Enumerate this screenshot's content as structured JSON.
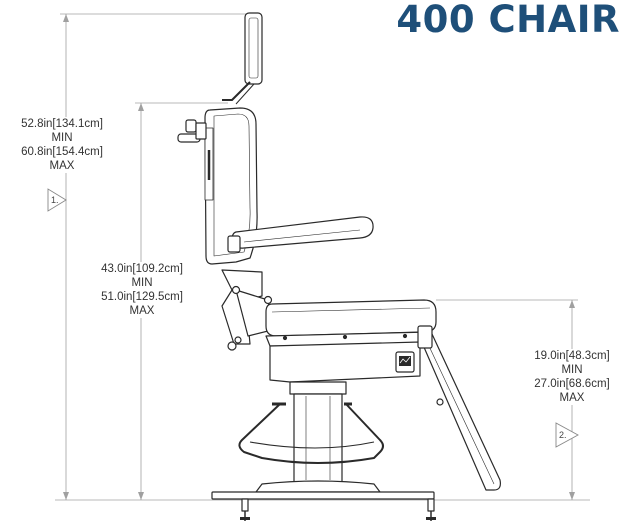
{
  "title": "400 CHAIR",
  "dimensions": [
    {
      "id": "overall-height",
      "min": "52.8in[134.1cm]",
      "min_word": "MIN",
      "max": "60.8in[154.4cm]",
      "max_word": "MAX",
      "note_number": "1."
    },
    {
      "id": "backrest-height",
      "min": "43.0in[109.2cm]",
      "min_word": "MIN",
      "max": "51.0in[129.5cm]",
      "max_word": "MAX"
    },
    {
      "id": "seat-height",
      "min": "19.0in[48.3cm]",
      "min_word": "MIN",
      "max": "27.0in[68.6cm]",
      "max_word": "MAX",
      "note_number": "2."
    }
  ],
  "colors": {
    "title": "#1e4f79",
    "line": "#2a2a2a",
    "dim_line": "#9a9a9a"
  }
}
